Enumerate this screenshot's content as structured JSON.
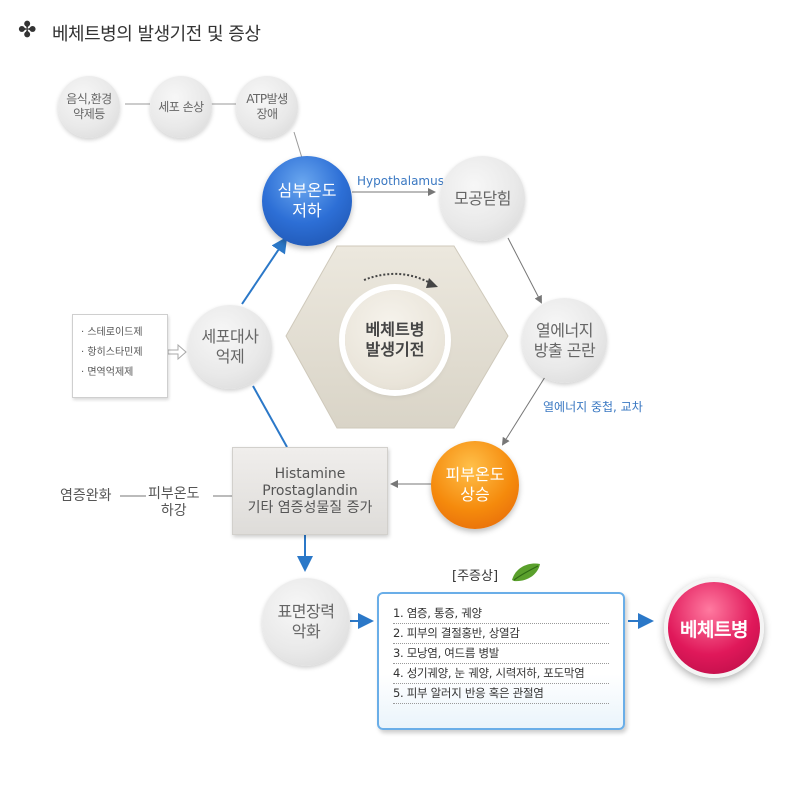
{
  "title": "베체트병의 발생기전 및 증상",
  "icons": {
    "title_bullet": "clover-icon",
    "leaf": "leaf-icon"
  },
  "colors": {
    "blue": "#2d6fd6",
    "orange": "#f58a0c",
    "pink": "#e0185a",
    "arrow_blue": "#2b78c8"
  },
  "top_causes": [
    "음식,환경\n약제등",
    "세포 손상",
    "ATP발생\n장애"
  ],
  "nodes": {
    "core_temp_drop": "심부온도\n저하",
    "pore_close": "모공닫힘",
    "heat_release": "열에너지\n방출 곤란",
    "skin_temp_rise": "피부온도\n상승",
    "cell_metab": "세포대사\n억제",
    "surface_weak": "표면장력\n악화",
    "center": "베체트병\n발생기전",
    "behcet": "베체트병"
  },
  "edge_labels": {
    "hypothalamus": "Hypothalamus",
    "heat_overlap": "열에너지 중첩, 교차"
  },
  "medications": [
    "· 스테로이드제",
    "· 항히스타민제",
    "· 면역억제제"
  ],
  "histamine_box": [
    "Histamine",
    "Prostaglandin",
    "기타 염증성물질 증가"
  ],
  "left_labels": {
    "inflammation_relief": "염증완화",
    "skin_temp_drop": "피부온도\n하강"
  },
  "symptoms": {
    "title": "[주증상]",
    "items": [
      "1. 염증, 통증, 궤양",
      "2. 피부의 결절홍반, 상열감",
      "3. 모낭염, 여드름 병발",
      "4. 성기궤양, 눈 궤양, 시력저하, 포도막염",
      "5. 피부 알러지 반응 혹은 관절염"
    ]
  }
}
